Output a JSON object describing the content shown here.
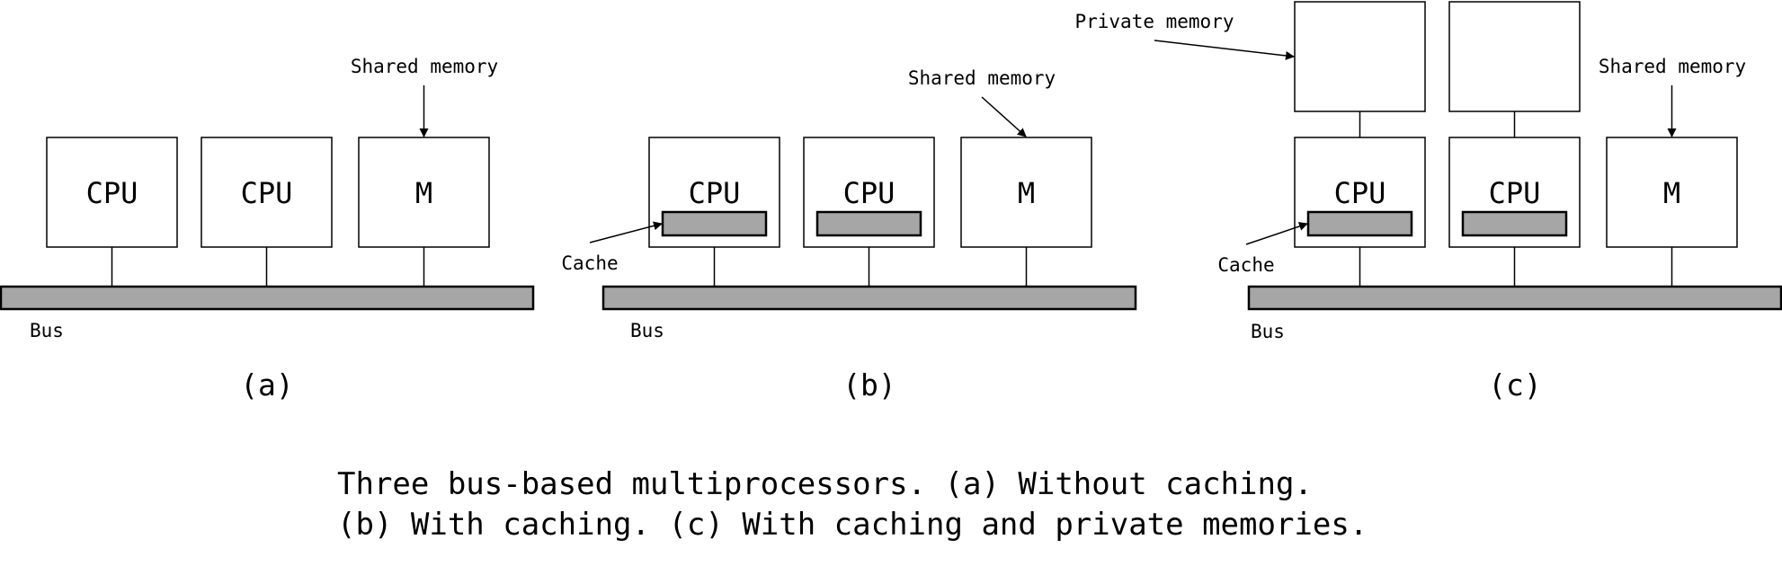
{
  "labels": {
    "cpu": "CPU",
    "memory": "M",
    "bus": "Bus",
    "cache": "Cache",
    "shared_memory": "Shared memory",
    "private_memory": "Private memory"
  },
  "panels": {
    "a": "(a)",
    "b": "(b)",
    "c": "(c)"
  },
  "caption": {
    "line1": "Three bus-based multiprocessors. (a) Without caching.",
    "line2": "(b) With caching. (c) With caching and private memories."
  },
  "colors": {
    "bus_fill": "#a6a6a6",
    "cache_fill": "#a6a6a6",
    "stroke": "#000000",
    "background": "#ffffff"
  }
}
